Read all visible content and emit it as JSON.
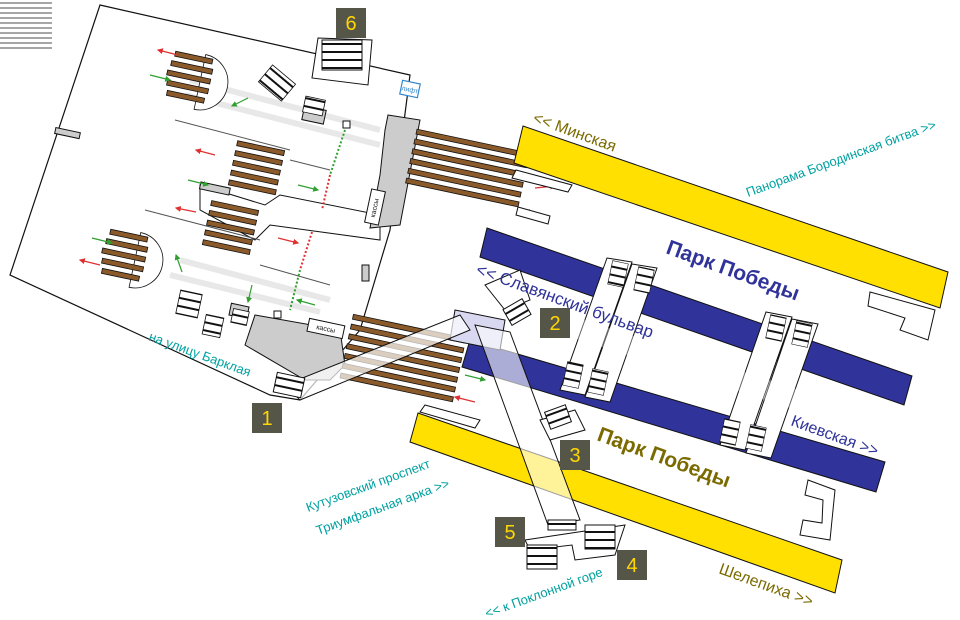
{
  "colors": {
    "line_yellow": "#ffe000",
    "line_blue": "#303399",
    "label_cyan": "#00a0a0",
    "label_blue": "#303399",
    "station_dark_text": "#1a1a66",
    "exit_box": "#555548",
    "exit_text": "#ffd700",
    "stairs_brown": "#8b5a2b",
    "arrow_red": "#e03030",
    "arrow_green": "#30a030",
    "floor_gray": "#cccccc",
    "lift_blue": "#3388cc"
  },
  "exits": [
    {
      "id": "exit-1",
      "label": "1"
    },
    {
      "id": "exit-2",
      "label": "2"
    },
    {
      "id": "exit-3",
      "label": "3"
    },
    {
      "id": "exit-4",
      "label": "4"
    },
    {
      "id": "exit-5",
      "label": "5"
    },
    {
      "id": "exit-6",
      "label": "6"
    }
  ],
  "labels": {
    "minskaya": "<< Минская",
    "panorama": "Панорама Бородинская битва >>",
    "park_pobedy_blue": "Парк Победы",
    "slavyansky": "<< Славянский бульвар",
    "kievskaya": "Киевская >>",
    "park_pobedy_yellow": "Парк Победы",
    "shelepikha": "Шелепиха >>",
    "barklaya": "на улицу Барклая",
    "kutuzovsky": "Кутузовский проспект",
    "triumfalnaya": "Триумфальная арка >>",
    "poklonnaya": "<< к Поклонной горе",
    "kassy_upper": "кассы",
    "kassy_lower": "кассы",
    "lift": "лифт"
  }
}
